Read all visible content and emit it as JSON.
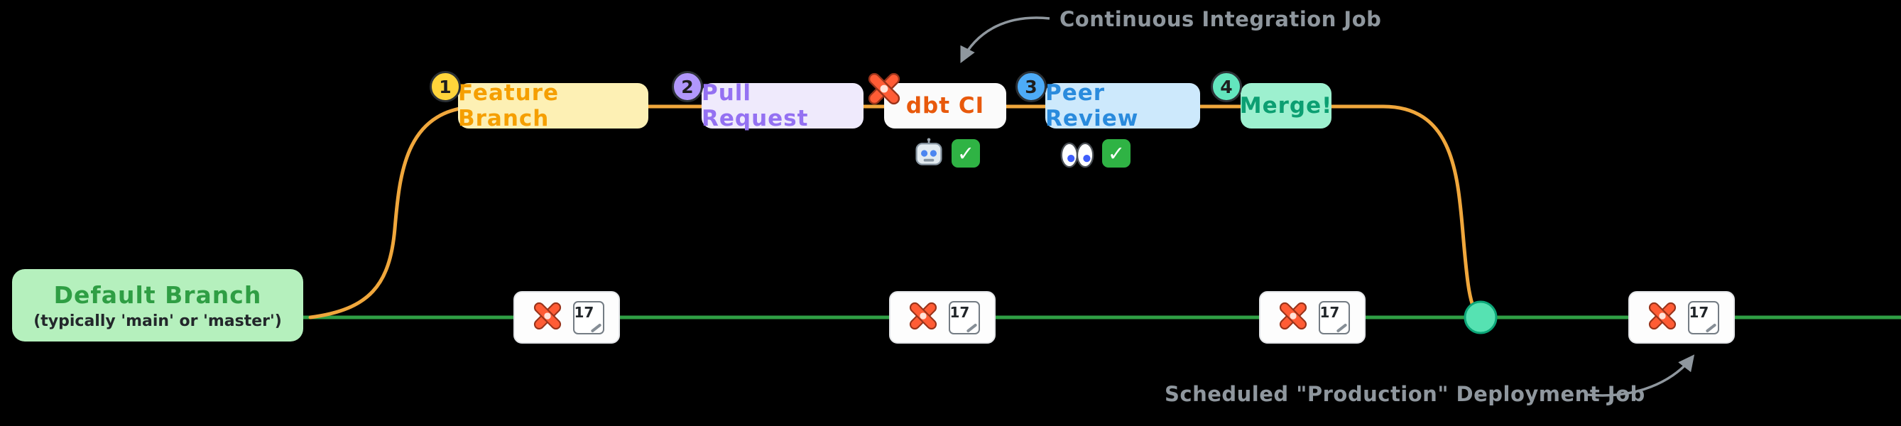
{
  "diagram": {
    "default_branch": {
      "title": "Default Branch",
      "subtitle": "(typically 'main' or 'master')"
    },
    "steps": [
      {
        "badge": "1",
        "label": "Feature Branch"
      },
      {
        "badge": "2",
        "label": "Pull Request"
      },
      {
        "badge": "",
        "label": "dbt CI"
      },
      {
        "badge": "3",
        "label": "Peer Review"
      },
      {
        "badge": "4",
        "label": "Merge!"
      }
    ],
    "annotations": {
      "ci": "Continuous Integration Job",
      "scheduled": "Scheduled \"Production\" Deployment Job"
    },
    "scheduled_jobs": {
      "count": 4,
      "calendar_date": "17"
    },
    "icons": {
      "check_glyph": "✓",
      "dbt_logo": "dbt-logo-icon",
      "robot": "robot-icon",
      "eyes": "eyes-icon",
      "calendar": "calendar-icon"
    },
    "colors": {
      "main_branch": "#2f9e44",
      "feature_branch": "#f0a73c",
      "merge_commit": "#56e2b2",
      "annotation_text": "#8f979e",
      "dbt_orange": "#ff5c35",
      "background": "#000000"
    }
  }
}
